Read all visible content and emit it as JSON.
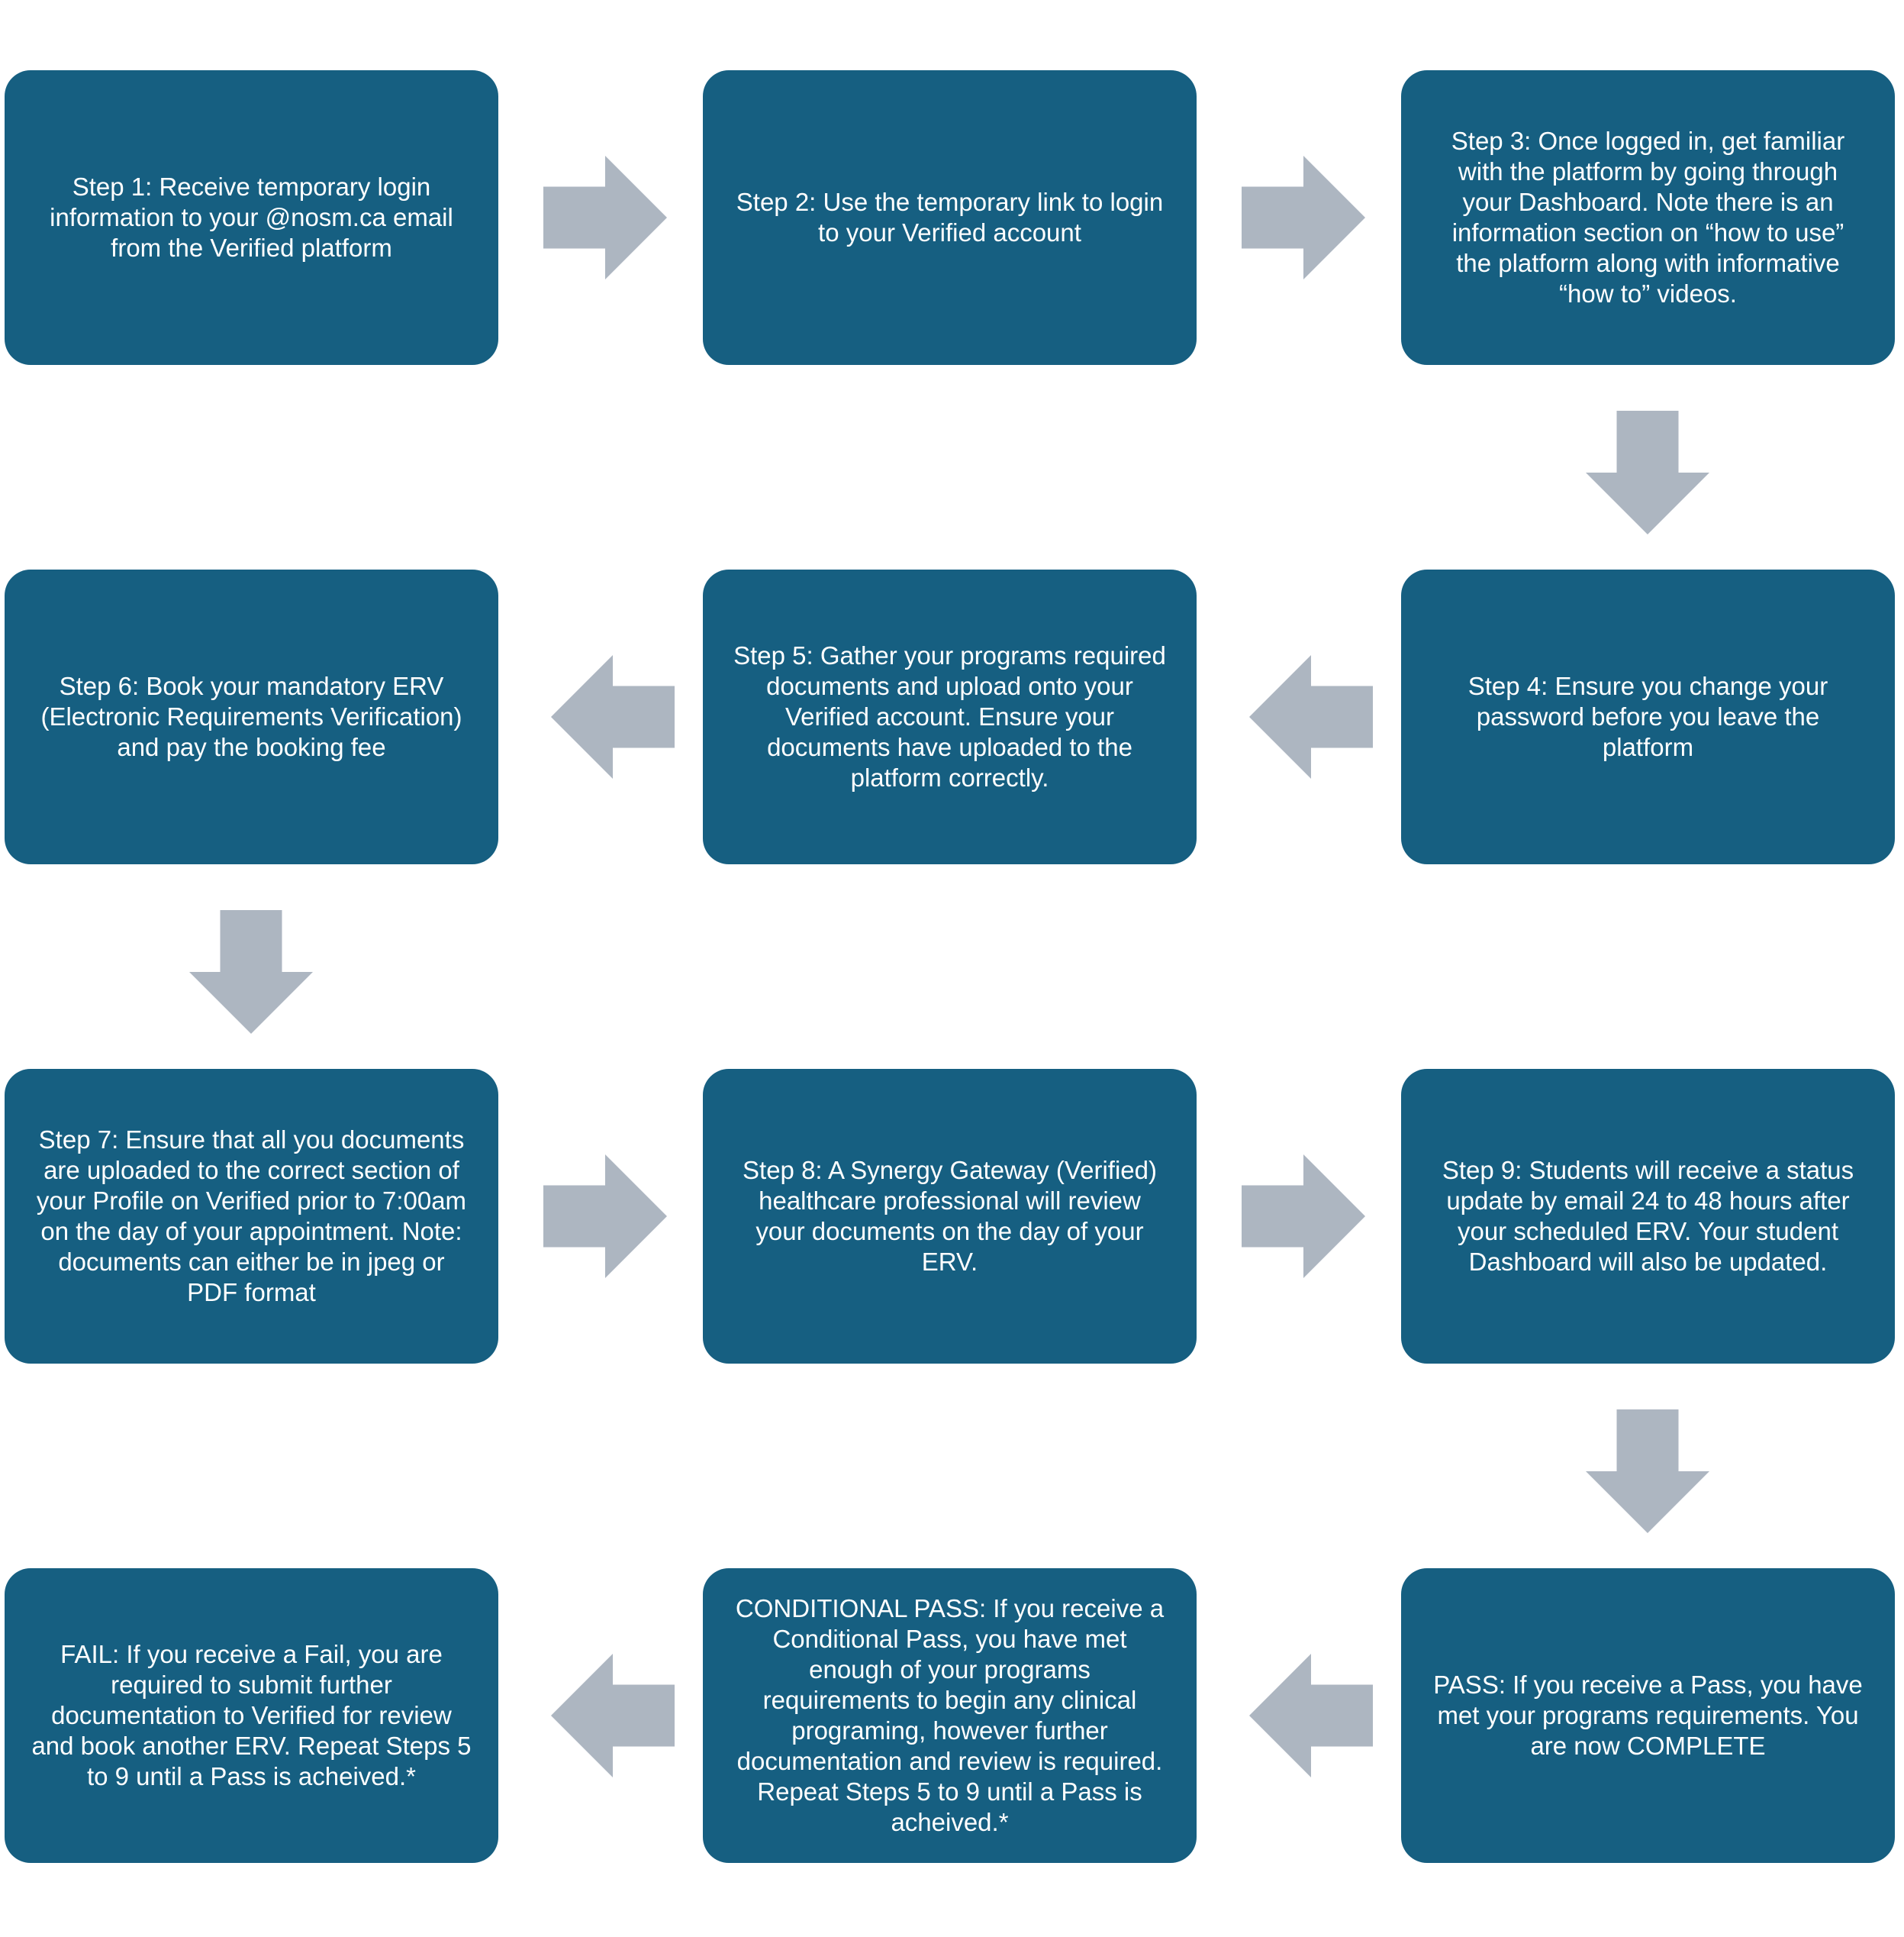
{
  "steps": [
    {
      "id": "step1",
      "text": "Step 1: Receive temporary login\ninformation to your @nosm.ca email\nfrom the Verified platform"
    },
    {
      "id": "step2",
      "text": "Step 2: Use the temporary link to login\nto your Verified account"
    },
    {
      "id": "step3",
      "text": "Step 3: Once logged in, get familiar\nwith the platform by going through\nyour Dashboard.  Note there is an\ninformation section on “how to use”\nthe platform along with informative\n“how to” videos."
    },
    {
      "id": "step4",
      "text": "Step 4: Ensure you change your\npassword before you leave the\nplatform"
    },
    {
      "id": "step5",
      "text": "Step 5: Gather your programs required\ndocuments and upload onto your\nVerified account. Ensure your\ndocuments have uploaded to the\nplatform correctly."
    },
    {
      "id": "step6",
      "text": "Step 6: Book your mandatory ERV\n(Electronic Requirements Verification)\nand pay the booking fee"
    },
    {
      "id": "step7",
      "text": "Step 7: Ensure that all you documents\nare uploaded to the correct section of\nyour Profile on Verified prior to 7:00am\non the day of your appointment. Note:\ndocuments can either be in jpeg or\nPDF format"
    },
    {
      "id": "step8",
      "text": "Step 8: A Synergy Gateway (Verified)\nhealthcare professional will review\nyour documents on the day of your\nERV."
    },
    {
      "id": "step9",
      "text": "Step 9: Students will receive a status\nupdate by email 24 to 48 hours after\nyour scheduled ERV.  Your student\nDashboard will also be updated."
    },
    {
      "id": "pass",
      "text": "PASS: If you receive a Pass, you have\nmet your programs requirements. You\nare now COMPLETE"
    },
    {
      "id": "conditional-pass",
      "text": "CONDITIONAL PASS: If you receive a\nConditional Pass, you have met\nenough of your programs\nrequirements to begin any clinical\nprograming, however further\ndocumentation and review is required.\nRepeat Steps 5 to 9 until a Pass is\nacheived.*"
    },
    {
      "id": "fail",
      "text": "FAIL:  If you receive a Fail, you are\nrequired to submit further\ndocumentation to Verified for review\nand book another ERV. Repeat Steps 5\nto 9 until a Pass is acheived.*"
    }
  ],
  "colors": {
    "box_fill": "#165f81",
    "box_text": "#ffffff",
    "arrow_fill": "#adb6c1",
    "background": "#ffffff"
  },
  "arrows": [
    {
      "direction": "right"
    },
    {
      "direction": "right"
    },
    {
      "direction": "down"
    },
    {
      "direction": "left"
    },
    {
      "direction": "left"
    },
    {
      "direction": "down"
    },
    {
      "direction": "right"
    },
    {
      "direction": "right"
    },
    {
      "direction": "down"
    },
    {
      "direction": "left"
    },
    {
      "direction": "left"
    }
  ]
}
